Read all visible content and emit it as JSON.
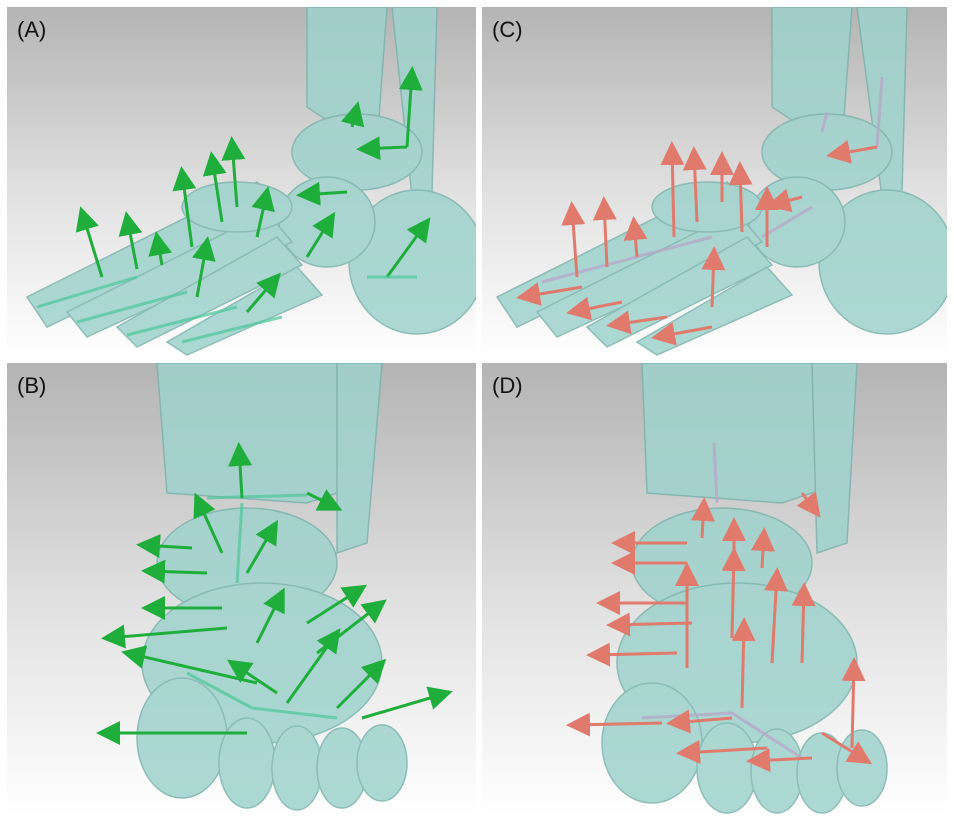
{
  "panels": [
    {
      "id": "A",
      "label": "(A)",
      "view": "lateral",
      "arrow_color": "#1fae3c"
    },
    {
      "id": "B",
      "label": "(B)",
      "view": "anterior",
      "arrow_color": "#1fae3c"
    },
    {
      "id": "C",
      "label": "(C)",
      "view": "lateral",
      "arrow_color": "#e07a6c"
    },
    {
      "id": "D",
      "label": "(D)",
      "view": "anterior",
      "arrow_color": "#e07a6c"
    }
  ],
  "colors": {
    "bone": "#9fd2cc",
    "bone_edge": "#7bb3ad",
    "axis_faint": "#b7a9c9"
  }
}
